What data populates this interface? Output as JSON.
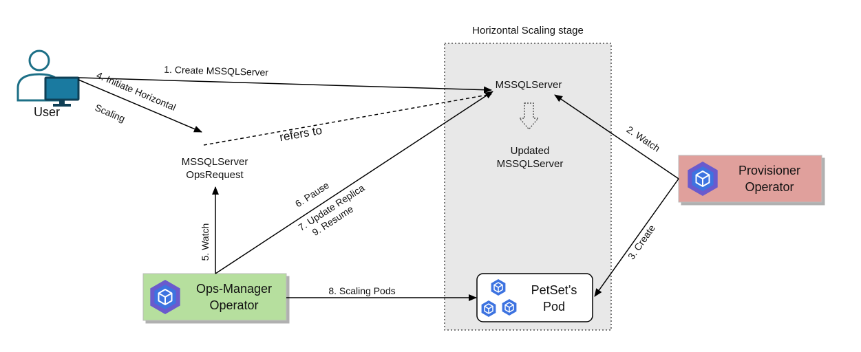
{
  "stage": {
    "title": "Horizontal Scaling stage"
  },
  "user": {
    "label": "User"
  },
  "nodes": {
    "mssqlserver": "MSSQLServer",
    "updated_line1": "Updated",
    "updated_line2": "MSSQLServer",
    "opsrequest_line1": "MSSQLServer",
    "opsrequest_line2": "OpsRequest",
    "provisioner_line1": "Provisioner",
    "provisioner_line2": "Operator",
    "opsmanager_line1": "Ops-Manager",
    "opsmanager_line2": "Operator",
    "petset_line1": "PetSet’s",
    "petset_line2": "Pod"
  },
  "edges": {
    "create_mssql": "1. Create MSSQLServer",
    "watch2": "2. Watch",
    "create3": "3. Create",
    "initiate_line1": "4. Initiate Horizontal",
    "initiate_line2": "Scaling",
    "watch5": "5. Watch",
    "pause": "6. Pause",
    "update_replica": "7. Update Replica",
    "resume": "9. Resume",
    "scaling_pods": "8. Scaling Pods",
    "refers_to": "refers to"
  },
  "colors": {
    "stage_bg": "#e8e8e8",
    "provisioner_fill": "#e0a09c",
    "opsmanager_fill": "#b6df9e",
    "kube_blue": "#3d73e0",
    "operator_purple": "#6a5acd",
    "user_teal": "#1c6f86"
  }
}
